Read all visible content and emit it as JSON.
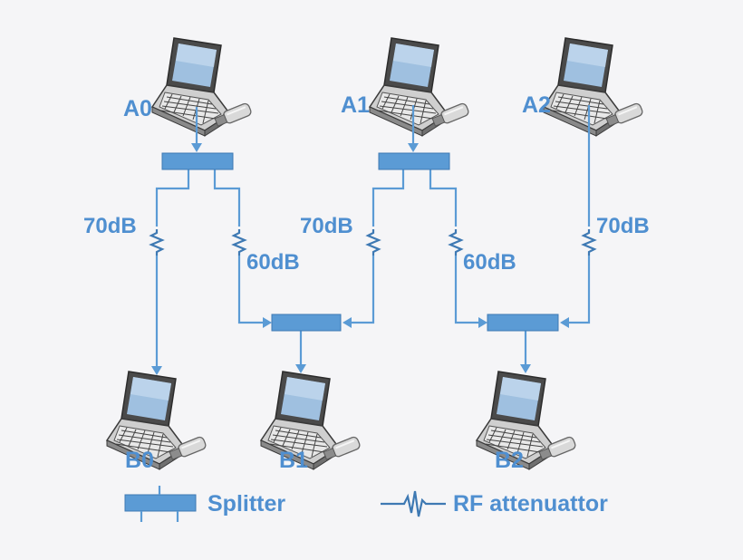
{
  "nodes": {
    "a0": "A0",
    "a1": "A1",
    "a2": "A2",
    "b0": "B0",
    "b1": "B1",
    "b2": "B2"
  },
  "attenuators": {
    "a0_left": "70dB",
    "a0_right": "60dB",
    "a1_left": "70dB",
    "a1_right": "60dB",
    "a2": "70dB"
  },
  "legend": {
    "splitter": "Splitter",
    "attenuator": "RF attenuattor"
  },
  "colors": {
    "line": "#5b9bd5",
    "label": "#4f8fd0",
    "background": "#f5f5f7"
  },
  "icons": [
    "laptop-icon",
    "usb-dongle-icon",
    "splitter-icon",
    "rf-attenuator-icon"
  ]
}
